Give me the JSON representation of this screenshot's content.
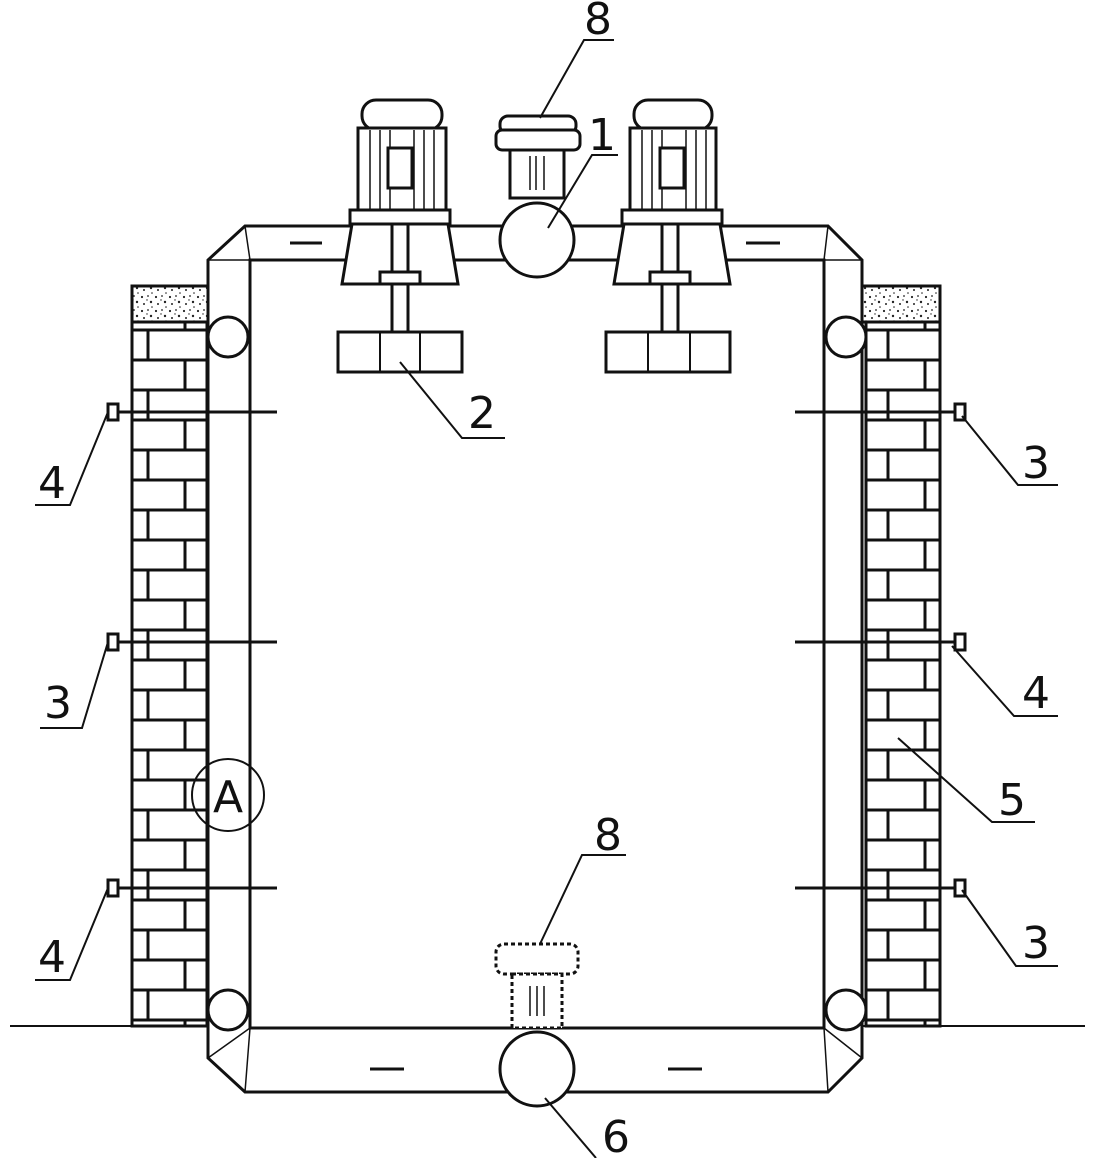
{
  "labels": {
    "top_pump": "8",
    "top_valve": "1",
    "impeller": "2",
    "left_upper": "4",
    "left_middle": "3",
    "left_lower": "4",
    "right_upper": "3",
    "right_middle": "4",
    "right_lower": "3",
    "brick_wall": "5",
    "bottom_pump": "8",
    "bottom_valve": "6",
    "detail_marker": "A"
  }
}
